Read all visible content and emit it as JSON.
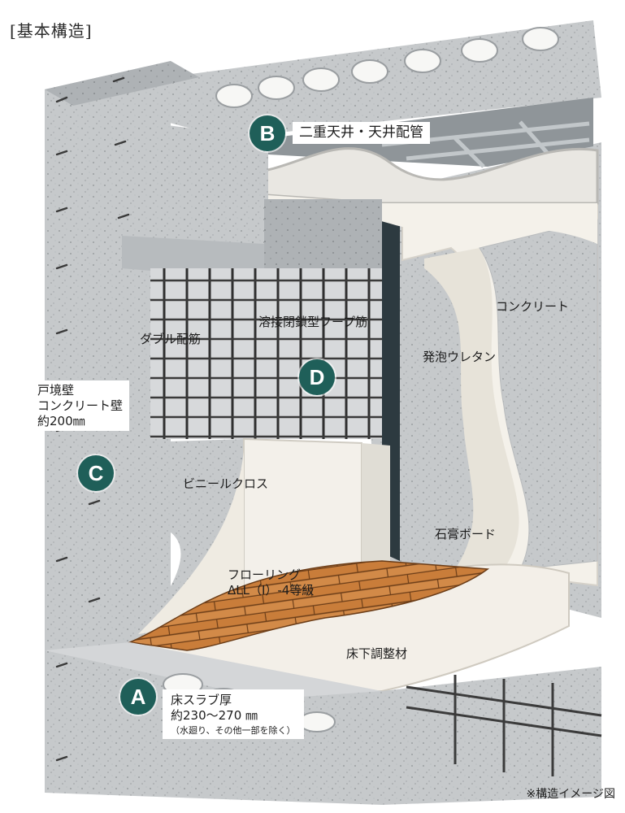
{
  "title": "[基本構造]",
  "caption": "※構造イメージ図",
  "badges": {
    "a": "A",
    "b": "B",
    "c": "C",
    "d": "D"
  },
  "labels": {
    "ceiling": "二重天井・天井配管",
    "concrete": "コンクリート",
    "urethane": "発泡ウレタン",
    "hoop": "溶接閉鎖型フープ筋",
    "double_rebar": "ダブル配筋",
    "wall_line1": "戸境壁",
    "wall_line2": "コンクリート壁",
    "wall_line3": "約200㎜",
    "vinyl": "ビニールクロス",
    "gypsum": "石膏ボード",
    "flooring_line1": "フローリング",
    "flooring_line2": "ΔLL（Ⅰ）-4等級",
    "underfloor": "床下調整材",
    "slab_line1": "床スラブ厚",
    "slab_line2": "約230～270 ㎜",
    "slab_note": "（水廻り、その他一部を除く）"
  },
  "colors": {
    "badge": "#1f5f59",
    "concrete": "#c9ccce",
    "flooring": "#d28a48",
    "underfloor": "#f3efe8",
    "wall_board": "#f4f1ea"
  }
}
